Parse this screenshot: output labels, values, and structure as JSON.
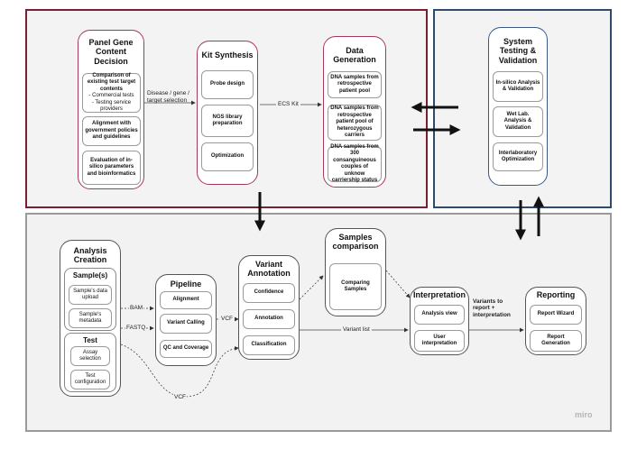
{
  "panel_gene": {
    "title": "Panel Gene Content Decision",
    "items": [
      {
        "bold": "Comparison of existing test target contents",
        "sub": "- Commercial tests\n- Testing service providers"
      },
      {
        "bold": "Alignment with government policies and guidelines",
        "sub": ""
      },
      {
        "bold": "Evaluation of in-silico parameters and bioinformatics",
        "sub": ""
      }
    ]
  },
  "kit_synthesis": {
    "title": "Kit Synthesis",
    "items": [
      "Probe design",
      "NGS library preparation",
      "Optimization"
    ]
  },
  "data_generation": {
    "title": "Data Generation",
    "items": [
      "DNA samples from retrospective patient pool",
      "DNA samples from retrospective patient pool of heterozygous carriers",
      "DNA samples from 300 consanguineous couples of unknow carriership status"
    ]
  },
  "system_testing": {
    "title": "System Testing & Validation",
    "items": [
      "In-silico Analysis & Validation",
      "Wet Lab. Analysis & Validation",
      "Interlaboratory Optimization"
    ]
  },
  "analysis_creation": {
    "title": "Analysis Creation",
    "samples_title": "Sample(s)",
    "samples_items": [
      "Sample's data upload",
      "Sample's metadata"
    ],
    "test_title": "Test",
    "test_items": [
      "Assay selection",
      "Test configuration"
    ]
  },
  "pipeline": {
    "title": "Pipeline",
    "items": [
      "Alignment",
      "Variant Calling",
      "QC and Coverage"
    ]
  },
  "variant_annotation": {
    "title": "Variant Annotation",
    "items": [
      "Confidence",
      "Annotation",
      "Classification"
    ]
  },
  "samples_comparison": {
    "title": "Samples comparison",
    "items": [
      "Comparing Samples"
    ]
  },
  "interpretation": {
    "title": "Interpretation",
    "items": [
      "Analysis view",
      "User interpretation"
    ]
  },
  "reporting": {
    "title": "Reporting",
    "items": [
      "Report Wizard",
      "Report Generation"
    ]
  },
  "edge_labels": {
    "disease": "Disease / gene /\ntarget selection",
    "ecs_kit": "ECS Kit",
    "bam": "BAM",
    "fastq": "FASTQ",
    "vcf_pipeline": "VCF",
    "vcf_bottom": "VCF",
    "variant_list": "Variant list",
    "variants_to_report": "Variants to\nreport +\ninterpretation"
  },
  "watermark": "miro",
  "colors": {
    "top_left_border": "#7a1e33",
    "top_right_border": "#2e4b6e",
    "bottom_border": "#9a9a9a"
  }
}
